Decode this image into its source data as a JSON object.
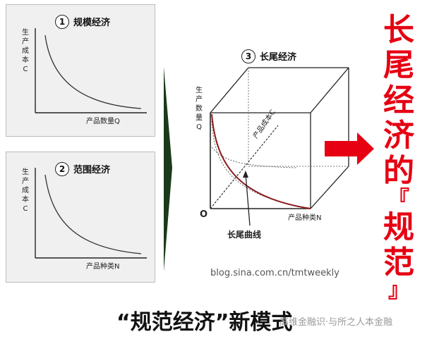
{
  "panel1": {
    "num": "1",
    "title": "规模经济",
    "ylabel": "生产成本C",
    "xlabel": "产品数量Q"
  },
  "panel2": {
    "num": "2",
    "title": "范围经济",
    "ylabel": "生产成本C",
    "xlabel": "产品种类N"
  },
  "panel3": {
    "num": "3",
    "title": "长尾经济",
    "ylabel": "生产数量Q",
    "origin": "O",
    "xlabel": "产品种类N",
    "diag_label": "产品成本C",
    "curve_label": "长尾曲线"
  },
  "source_url": "blog.sina.com.cn/tmtweekly",
  "vertical_title": [
    "长",
    "尾",
    "经",
    "济",
    "的",
    "『",
    "规",
    "范",
    "』"
  ],
  "bottom_title": "“规范经济”新模式",
  "watermark": "高维金融识·与所之人本金融",
  "colors": {
    "accent_red": "#e60012",
    "arrow_green": "#1a3a1a",
    "curve_red": "#8b1a1a"
  }
}
